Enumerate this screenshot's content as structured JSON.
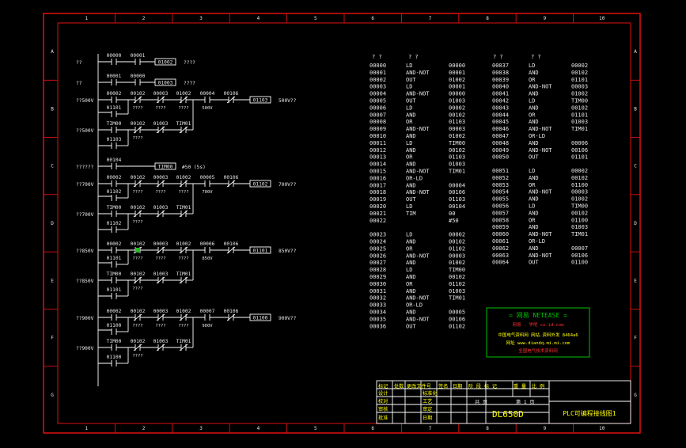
{
  "frame": {
    "columns": [
      "1",
      "2",
      "3",
      "4",
      "5",
      "6",
      "7",
      "8",
      "9",
      "10"
    ],
    "rows": [
      "A",
      "B",
      "C",
      "D",
      "E",
      "F",
      "G"
    ]
  },
  "ladder": {
    "rungs": [
      {
        "label": "??",
        "contacts": [
          {
            "addr": "00000",
            "nc": false
          },
          {
            "addr": "00001",
            "nc": false
          }
        ],
        "coil": "01002",
        "coil_desc": "????",
        "branches": []
      },
      {
        "label": "??",
        "contacts": [
          {
            "addr": "00001",
            "nc": false
          },
          {
            "addr": "00000",
            "nc": false
          }
        ],
        "coil": "01003",
        "coil_desc": "????",
        "branches": []
      },
      {
        "label": "??500V",
        "contacts": [
          {
            "addr": "00002",
            "nc": false
          },
          {
            "addr": "00102",
            "nc": true
          },
          {
            "addr": "00003",
            "nc": true
          },
          {
            "addr": "01002",
            "nc": true
          },
          {
            "addr": "00004",
            "nc": false,
            "sub": "500V"
          },
          {
            "addr": "00106",
            "nc": true
          }
        ],
        "coil": "01103",
        "coil_desc": "500V??",
        "branches": [
          {
            "row": 1,
            "addr": "01101"
          },
          {
            "row": 2,
            "label": "??500V",
            "contacts": [
              "TIM00",
              "00102",
              "01003",
              "TIM01"
            ]
          },
          {
            "row": 3,
            "addr": "01103"
          }
        ]
      },
      {
        "label": "??????",
        "contacts": [
          {
            "addr": "00104",
            "nc": false
          }
        ],
        "coil": "TIM00",
        "coil_desc": "#50 (5s)",
        "timer": true,
        "branches": []
      },
      {
        "label": "??700V",
        "contacts": [
          {
            "addr": "00002",
            "nc": false
          },
          {
            "addr": "00102",
            "nc": true
          },
          {
            "addr": "00003",
            "nc": true
          },
          {
            "addr": "01002",
            "nc": true
          },
          {
            "addr": "00005",
            "nc": false,
            "sub": "700V"
          },
          {
            "addr": "00106",
            "nc": true
          }
        ],
        "coil": "01102",
        "coil_desc": "700V??",
        "branches": [
          {
            "row": 1,
            "addr": "01102"
          },
          {
            "row": 2,
            "label": "??700V",
            "contacts": [
              "TIM00",
              "00102",
              "01003",
              "TIM01"
            ]
          },
          {
            "row": 3,
            "addr": "01102"
          }
        ]
      },
      {
        "label": "??850V",
        "contacts": [
          {
            "addr": "00002",
            "nc": false
          },
          {
            "addr": "00102",
            "nc": true
          },
          {
            "addr": "00003",
            "nc": true
          },
          {
            "addr": "01002",
            "nc": true
          },
          {
            "addr": "00006",
            "nc": false,
            "sub": "850V"
          },
          {
            "addr": "00106",
            "nc": true
          }
        ],
        "coil": "01101",
        "coil_desc": "850V??",
        "branches": [
          {
            "row": 1,
            "addr": "01101"
          },
          {
            "row": 2,
            "label": "??850V",
            "contacts": [
              "TIM00",
              "00102",
              "01003",
              "TIM01"
            ]
          },
          {
            "row": 3,
            "addr": "01101"
          }
        ]
      },
      {
        "label": "??900V",
        "contacts": [
          {
            "addr": "00002",
            "nc": false
          },
          {
            "addr": "00102",
            "nc": true
          },
          {
            "addr": "00003",
            "nc": true
          },
          {
            "addr": "01002",
            "nc": true
          },
          {
            "addr": "00007",
            "nc": false,
            "sub": "900V"
          },
          {
            "addr": "00106",
            "nc": true
          }
        ],
        "coil": "01100",
        "coil_desc": "900V??",
        "branches": [
          {
            "row": 1,
            "addr": "01100"
          },
          {
            "row": 2,
            "label": "??900V",
            "contacts": [
              "TIM00",
              "00102",
              "01003",
              "TIM01"
            ]
          },
          {
            "row": 3,
            "addr": "01100"
          }
        ]
      }
    ],
    "contact_note": "????"
  },
  "program_headers": [
    "?  ?",
    "?  ?",
    "?  ?",
    "?  ?"
  ],
  "program_col1": [
    [
      "00000",
      "LD",
      "00000"
    ],
    [
      "00001",
      "AND-NOT",
      "00001"
    ],
    [
      "00002",
      "OUT",
      "01002"
    ],
    [
      "00003",
      "LD",
      "00001"
    ],
    [
      "00004",
      "AND-NOT",
      "00000"
    ],
    [
      "00005",
      "OUT",
      "01003"
    ],
    [
      "00006",
      "LD",
      "00002"
    ],
    [
      "00007",
      "AND",
      "00102"
    ],
    [
      "00008",
      "OR",
      "01103"
    ],
    [
      "00009",
      "AND-NOT",
      "00003"
    ],
    [
      "00010",
      "AND",
      "01002"
    ],
    [
      "00011",
      "LD",
      "TIM00"
    ],
    [
      "00012",
      "AND",
      "00102"
    ],
    [
      "00013",
      "OR",
      "01103"
    ],
    [
      "00014",
      "AND",
      "01003"
    ],
    [
      "00015",
      "AND-NOT",
      "TIM01"
    ],
    [
      "00016",
      "OR-LD",
      ""
    ],
    [
      "00017",
      "AND",
      "00004"
    ],
    [
      "00018",
      "AND-NOT",
      "00106"
    ],
    [
      "00019",
      "OUT",
      "01103"
    ],
    [
      "00020",
      "LD",
      "00104"
    ],
    [
      "00021",
      "TIM",
      "00"
    ],
    [
      "00022",
      "",
      "#50"
    ],
    [
      "00023",
      "LD",
      "00002"
    ],
    [
      "00024",
      "AND",
      "00102"
    ],
    [
      "00025",
      "OR",
      "01102"
    ],
    [
      "00026",
      "AND-NOT",
      "00003"
    ],
    [
      "00027",
      "AND",
      "01002"
    ],
    [
      "00028",
      "LD",
      "TIM00"
    ],
    [
      "00029",
      "AND",
      "00102"
    ],
    [
      "00030",
      "OR",
      "01102"
    ],
    [
      "00031",
      "AND",
      "01003"
    ],
    [
      "00032",
      "AND-NOT",
      "TIM01"
    ],
    [
      "00033",
      "OR-LD",
      ""
    ],
    [
      "00034",
      "AND",
      "00005"
    ],
    [
      "00035",
      "AND-NOT",
      "00106"
    ],
    [
      "00036",
      "OUT",
      "01102"
    ]
  ],
  "program_col2a": [
    [
      "00037",
      "LD",
      "00002"
    ],
    [
      "00038",
      "AND",
      "00102"
    ],
    [
      "00039",
      "OR",
      "01101"
    ],
    [
      "00040",
      "AND-NOT",
      "00003"
    ],
    [
      "00041",
      "AND",
      "01002"
    ],
    [
      "00042",
      "LD",
      "TIM00"
    ],
    [
      "00043",
      "AND",
      "00102"
    ],
    [
      "00044",
      "OR",
      "01101"
    ],
    [
      "00045",
      "AND",
      "01003"
    ],
    [
      "00046",
      "AND-NOT",
      "TIM01"
    ],
    [
      "00047",
      "OR-LD",
      ""
    ],
    [
      "00048",
      "AND",
      "00006"
    ],
    [
      "00049",
      "AND-NOT",
      "00106"
    ],
    [
      "00050",
      "OUT",
      "01101"
    ]
  ],
  "program_col2b": [
    [
      "00051",
      "LD",
      "00002"
    ],
    [
      "00052",
      "AND",
      "00102"
    ],
    [
      "00053",
      "OR",
      "01100"
    ],
    [
      "00054",
      "AND-NOT",
      "00003"
    ],
    [
      "00055",
      "AND",
      "01002"
    ],
    [
      "00056",
      "LD",
      "TIM00"
    ],
    [
      "00057",
      "AND",
      "00102"
    ],
    [
      "00058",
      "OR",
      "01100"
    ],
    [
      "00059",
      "AND",
      "01003"
    ],
    [
      "00060",
      "AND-NOT",
      "TIM01"
    ],
    [
      "00061",
      "OR-LD",
      ""
    ],
    [
      "00062",
      "AND",
      "00007"
    ],
    [
      "00063",
      "AND-NOT",
      "00106"
    ],
    [
      "00064",
      "OUT",
      "01100"
    ]
  ],
  "stamp": {
    "line1": "= 网易 NETEASE =",
    "line2": "网易 . 学吧   co.id.com",
    "line3": "中国电气资料网 网站.资料外发 8464a6",
    "line4": "网址 www.diandq.mi.mi.com",
    "line5": "全国电气技术资料网"
  },
  "titleblock": {
    "cells": [
      "标记",
      "处数",
      "更改文件号",
      "签名",
      "日期",
      "阶 段 标 记",
      "重 量",
      "比 例",
      "设计",
      "标准化",
      "校对",
      "工艺",
      "审核",
      "审定",
      "批准",
      "日期",
      "共 页",
      "第 1 页"
    ],
    "drawing_no": "DL650D",
    "title": "PLC可编程接线图1"
  },
  "colors": {
    "background": "#000000",
    "frame_red": "#e01010",
    "line_white": "#ffffff",
    "text_white": "#e8e8e8",
    "highlight_green": "#20c020",
    "stamp_green": "#00c000",
    "stamp_yellow": "#ffff00",
    "stamp_red": "#ff3030"
  }
}
